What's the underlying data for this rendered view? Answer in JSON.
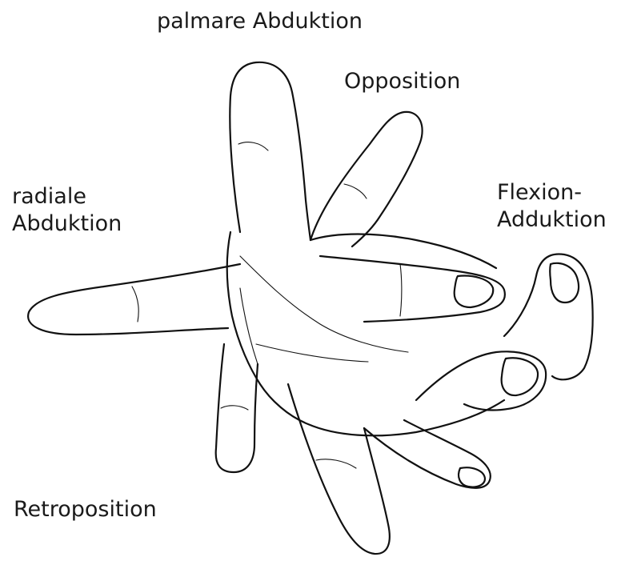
{
  "labels": {
    "palmar_abduction": "palmare Abduktion",
    "opposition": "Opposition",
    "radial_abduction_line1": "radiale",
    "radial_abduction_line2": "Abduktion",
    "flexion_adduction_line1": "Flexion-",
    "flexion_adduction_line2": "Adduktion",
    "retroposition": "Retroposition"
  },
  "colors": {
    "background": "#ffffff",
    "ink": "#111111",
    "text": "#1a1a1a"
  }
}
